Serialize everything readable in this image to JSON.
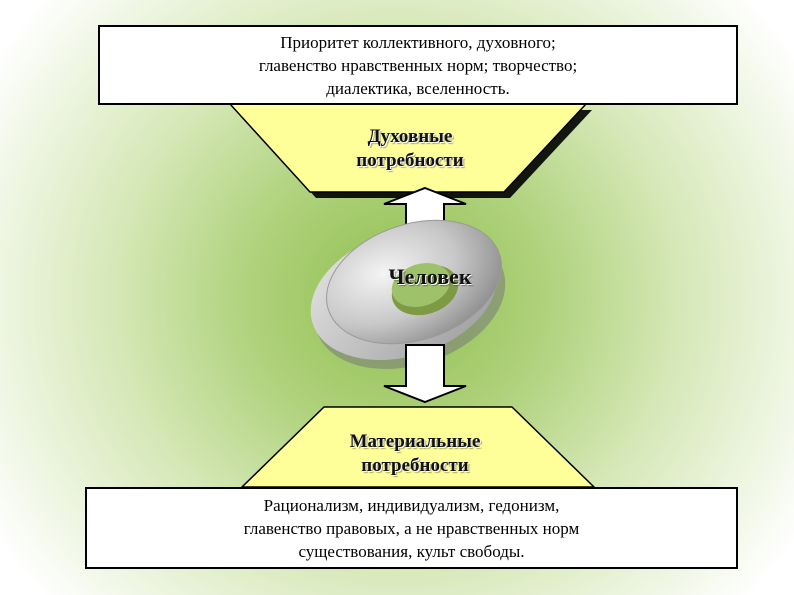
{
  "spiritual": {
    "box_lines": [
      "Приоритет коллективного, духовного;",
      "главенство нравственных норм; творчество;",
      "диалектика, вселенность."
    ],
    "title_lines": [
      "Духовные",
      "потребности"
    ],
    "fill_color": "#ffff99"
  },
  "center": {
    "label": "Человек",
    "icon": "ring-torus-icon"
  },
  "material": {
    "title_lines": [
      "Материальные",
      "потребности"
    ],
    "box_lines": [
      "Рационализм, индивидуализм, гедонизм,",
      "главенство правовых, а не нравственных норм",
      "существования, культ свободы."
    ],
    "fill_color": "#ffff99"
  },
  "colors": {
    "background_center": "#8fbf4f",
    "trapezoid_fill": "#ffff99",
    "arrow_fill": "#ffffff"
  }
}
